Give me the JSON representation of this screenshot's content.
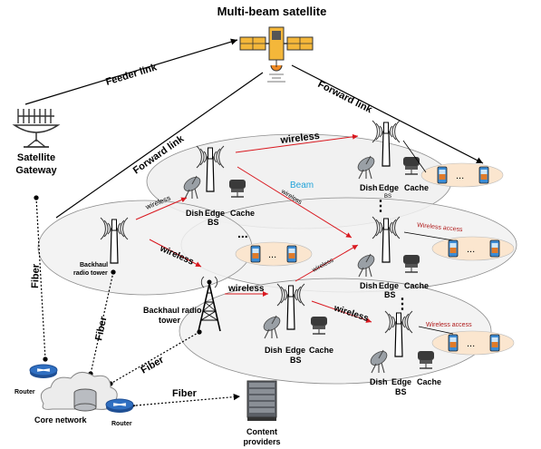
{
  "title": "Multi-beam satellite",
  "labels": {
    "gateway": [
      "Satellite",
      "Gateway"
    ],
    "feeder_link": "Feeder link",
    "forward_link_1": "Forward link",
    "forward_link_2": "Forward link",
    "wireless_top": "wireless",
    "beam": "Beam",
    "wireless_small_1": "wireless",
    "wireless_small_2": "wireless",
    "wireless_small_3": "wireless",
    "wireless_mid": "wireless",
    "wireless_low_1": "wireless",
    "wireless_low_2": "wireless",
    "wireless_access_1": "Wireless access",
    "wireless_access_2": "Wireless access",
    "dish": "Dish",
    "edge": "Edge",
    "bs": "BS",
    "cache": "Cache",
    "backhaul_1": [
      "Backhaul",
      "radio tower"
    ],
    "backhaul_2": [
      "Backhaul radio",
      "tower"
    ],
    "fiber_1": "Fiber",
    "fiber_2": "Fiber",
    "fiber_3": "Fiber",
    "fiber_4": "Fiber",
    "router_1": "Router",
    "router_2": "Router",
    "core_network": "Core network",
    "content_providers": [
      "Content",
      "providers"
    ],
    "dots": "...",
    "vdots": "⋮"
  },
  "colors": {
    "ellipse_fill": "#f1f1f1",
    "ellipse_stroke": "#8c8c8c",
    "red_arrow": "#d9181f",
    "beam_text": "#21a3d9",
    "router_blue": "#2f6fc1",
    "user_ellipse": "#fbe6cf",
    "phone_blue": "#3b8bd4"
  }
}
